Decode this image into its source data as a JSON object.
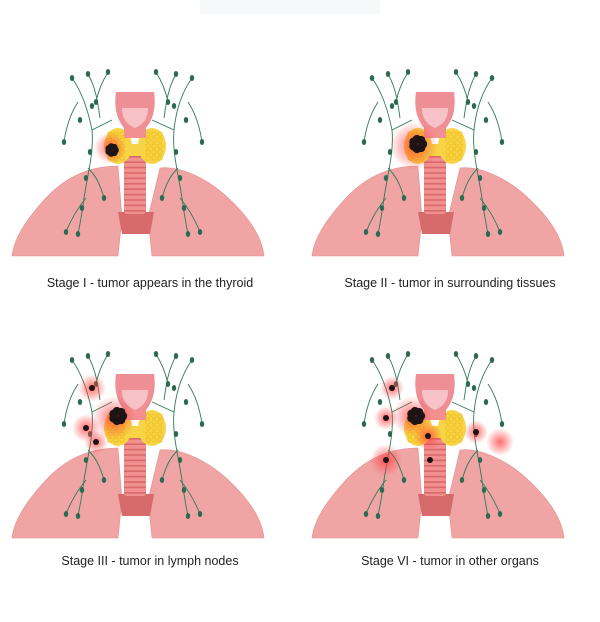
{
  "stages": [
    {
      "label": "Stage I - tumor appears in the thyroid",
      "tumor_extent": "thyroid"
    },
    {
      "label": "Stage II - tumor in surrounding tissues",
      "tumor_extent": "surrounding-tissues"
    },
    {
      "label": "Stage III - tumor in lymph nodes",
      "tumor_extent": "lymph-nodes"
    },
    {
      "label": "Stage VI - tumor in other organs",
      "tumor_extent": "other-organs"
    }
  ],
  "colors": {
    "lung": "#f0a4a4",
    "lung_edge": "#e39090",
    "trachea": "#f29090",
    "trachea_ring": "#d76a6a",
    "larynx": "#ee8f95",
    "larynx_light": "#f7c2c5",
    "thyroid": "#f6d445",
    "thyroid_cell": "#f0bc1c",
    "lymph": "#2f7a58",
    "lymph_node": "#2b6b4d",
    "tumor": "#1e1416",
    "glow": "#ff3b3b"
  }
}
